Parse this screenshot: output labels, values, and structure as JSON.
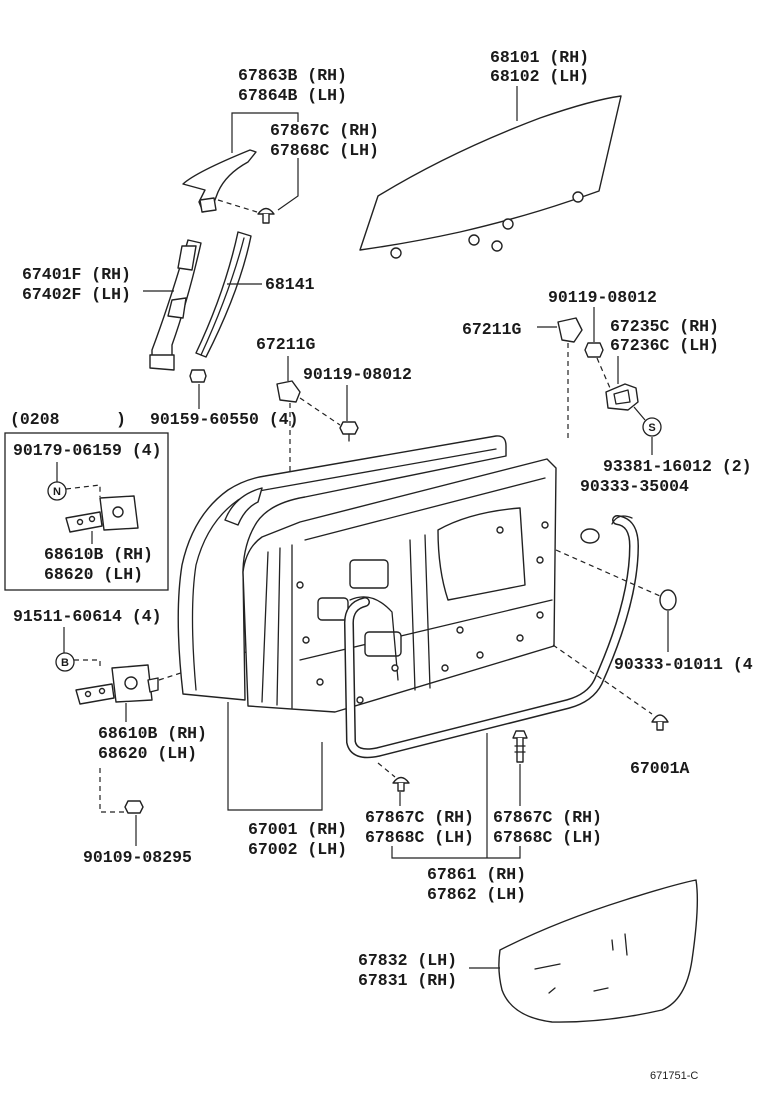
{
  "labels": {
    "glass": {
      "rh": "68101 (RH)",
      "lh": "68102 (LH)"
    },
    "quarter_trim": {
      "rh": "67863B (RH)",
      "lh": "67864B (LH)"
    },
    "clip_upper": {
      "rh": "67867C (RH)",
      "lh": "67868C (LH)"
    },
    "division_bar": {
      "rh": "67401F (RH)",
      "lh": "67402F (LH)"
    },
    "run_channel": "68141",
    "bolt_right": "90119-08012",
    "bracket_right": "67211G",
    "striker": {
      "rh": "67235C (RH)",
      "lh": "67236C (LH)"
    },
    "bracket_left": "67211G",
    "bolt_mid": "90119-08012",
    "inset_date_open": "(0208",
    "inset_date_close": ")",
    "screw_run": "90159-60550 (4)",
    "inset_bolt": "90179-06159 (4)",
    "inset_hinge": {
      "rh": "68610B (RH)",
      "lh": "68620 (LH)"
    },
    "hinge_bolt": "91511-60614 (4)",
    "screw_striker": "93381-16012 (2)",
    "plug_upper": "90333-35004",
    "plug_lower": "90333-01011 (4",
    "hinge": {
      "rh": "68610B (RH)",
      "lh": "68620 (LH)"
    },
    "clip_67001a": "67001A",
    "clip_lower_left": {
      "rh": "67867C (RH)",
      "lh": "67868C (LH)"
    },
    "clip_lower_right": {
      "rh": "67867C (RH)",
      "lh": "67868C (LH)"
    },
    "door_panel": {
      "rh": "67001 (RH)",
      "lh": "67002 (LH)"
    },
    "hinge_screw": "90109-08295",
    "weatherstrip": {
      "rh": "67861 (RH)",
      "lh": "67862 (LH)"
    },
    "hole_cover": {
      "lh": "67832 (LH)",
      "rh": "67831 (RH)"
    },
    "figure_code": "671751-C"
  },
  "markers": {
    "n": "N",
    "b": "B",
    "s": "S"
  }
}
